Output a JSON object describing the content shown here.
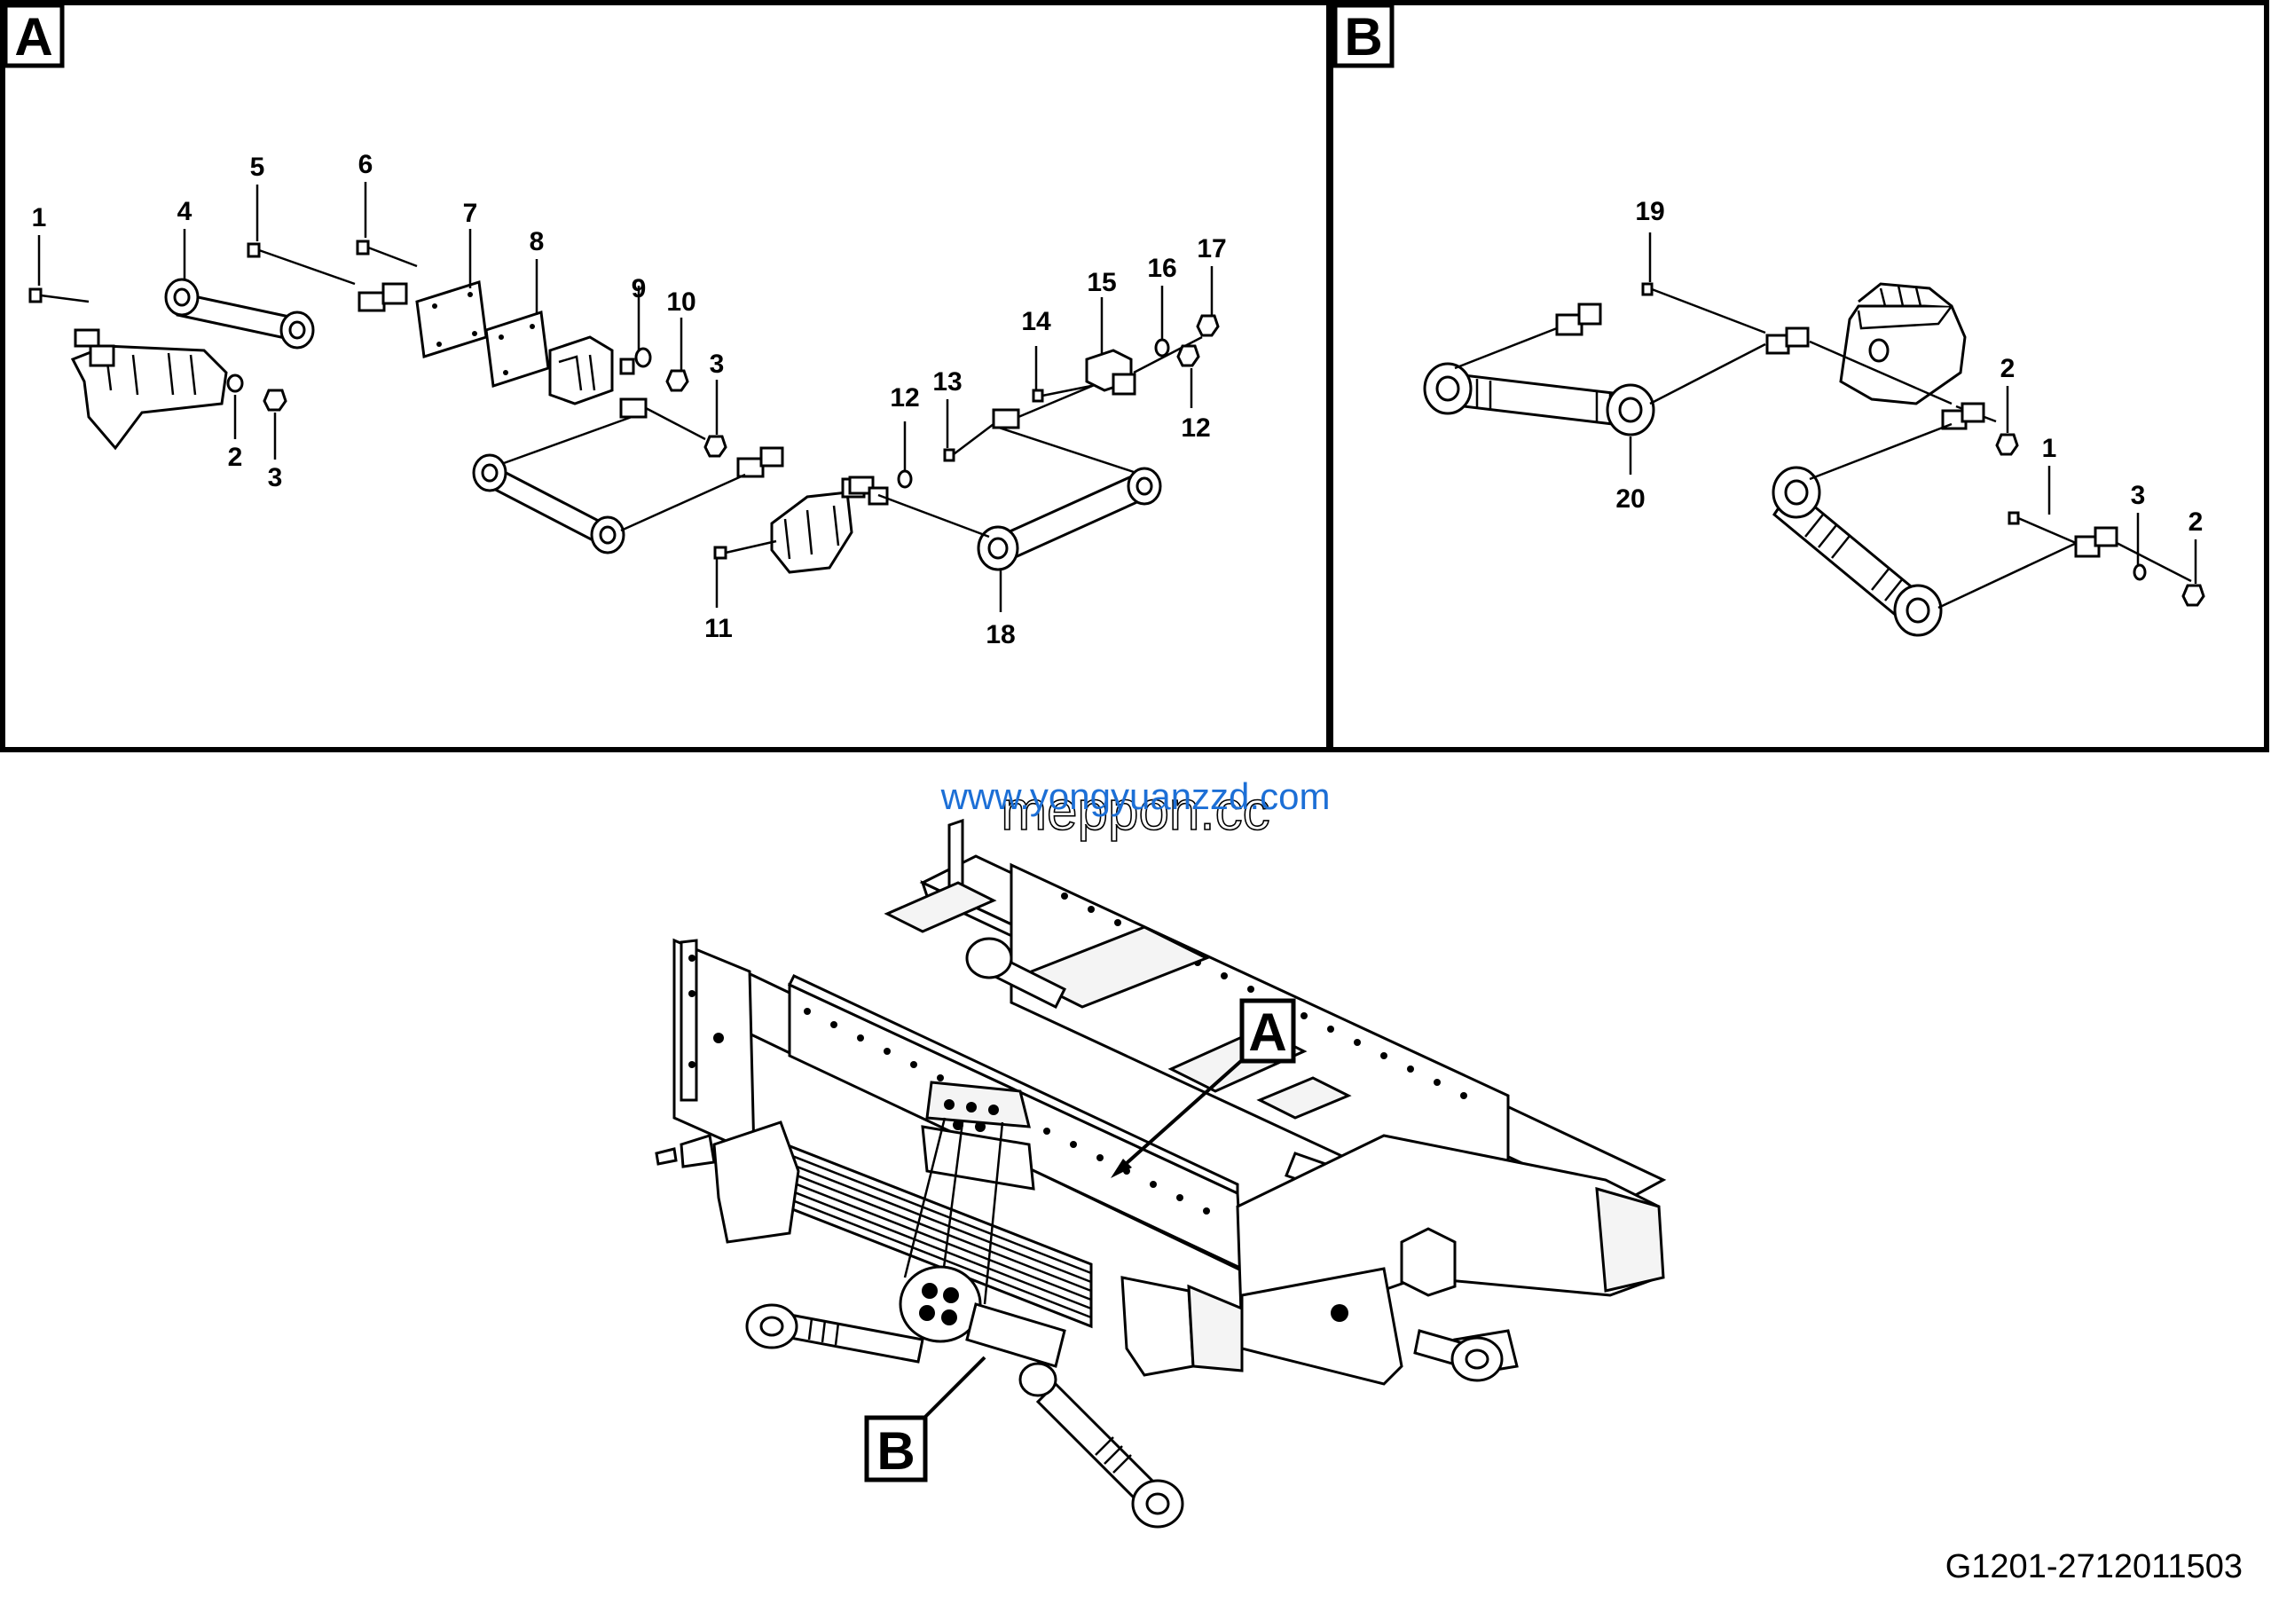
{
  "panels": [
    {
      "id": "A",
      "label": "A"
    },
    {
      "id": "B",
      "label": "B"
    }
  ],
  "callouts_a": [
    "1",
    "4",
    "5",
    "6",
    "7",
    "8",
    "9",
    "10",
    "3",
    "2",
    "3",
    "17",
    "16",
    "15",
    "14",
    "13",
    "12",
    "12",
    "11",
    "18"
  ],
  "callouts_b": [
    "19",
    "20",
    "2",
    "1",
    "3",
    "2"
  ],
  "overview_labels": {
    "a": "A",
    "b": "B"
  },
  "watermark": {
    "url": "www.yongyuanzzd.com",
    "overlay": "meppon.cc",
    "url_color": "#1c6fd6"
  },
  "drawing_id": "G1201-2712011503",
  "icons": [
    "tie-rod-icon",
    "bolt-icon",
    "nut-icon",
    "washer-icon",
    "bracket-icon",
    "mounting-plate-icon",
    "axle-frame-icon",
    "leaf-spring-icon"
  ]
}
